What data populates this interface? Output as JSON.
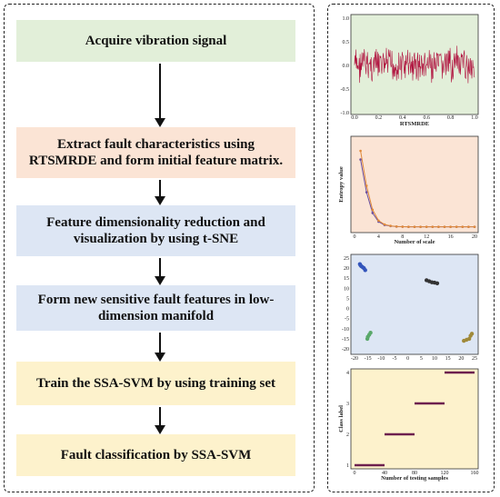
{
  "colors": {
    "green": "#e2efd9",
    "orange": "#fbe4d5",
    "blue": "#dde6f4",
    "yellow": "#fdf2cc",
    "signal": "#b0123e",
    "marker_purple": "#6d1f4e"
  },
  "flow": {
    "steps": [
      {
        "text": "Acquire vibration signal"
      },
      {
        "text": "Extract fault characteristics using RTSMRDE and form initial feature matrix."
      },
      {
        "text": "Feature dimensionality reduction and visualization by using t-SNE"
      },
      {
        "text": "Form new sensitive fault features in low-dimension manifold"
      },
      {
        "text": "Train the SSA-SVM by using training set"
      },
      {
        "text": "Fault classification by SSA-SVM"
      }
    ]
  },
  "chart_data": [
    {
      "type": "line",
      "xlabel": "RTSMRDE",
      "ylabel": "",
      "xlim": [
        0,
        1.0
      ],
      "ylim": [
        -1.0,
        1.0
      ],
      "xticks": [
        "0.0",
        "0.2",
        "0.4",
        "0.6",
        "0.8",
        "1.0"
      ],
      "yticks": [
        "1.0",
        "0.5",
        "0.0",
        "-0.5",
        "-1.0"
      ],
      "series": [
        {
          "values": "dense random vibration signal oscillating about 0 with amplitude about 0.5"
        }
      ]
    },
    {
      "type": "line",
      "xlabel": "Number of scale",
      "ylabel": "Entropy value",
      "xlim": [
        0,
        20
      ],
      "xticks": [
        "0",
        "4",
        "8",
        "12",
        "16",
        "20"
      ],
      "x": [
        1,
        2,
        3,
        4,
        5,
        6,
        7,
        8,
        9,
        10,
        11,
        12,
        13,
        14,
        15,
        16,
        17,
        18,
        19,
        20
      ],
      "series": [
        {
          "values": [
            0.62,
            0.32,
            0.13,
            0.05,
            0.02,
            0.01,
            0.005,
            0.004,
            0.003,
            0.003,
            0.003,
            0.003,
            0.003,
            0.003,
            0.003,
            0.003,
            0.003,
            0.003,
            0.003,
            0.003
          ]
        },
        {
          "values": [
            0.7,
            0.38,
            0.16,
            0.06,
            0.025,
            0.012,
            0.006,
            0.004,
            0.003,
            0.003,
            0.003,
            0.003,
            0.003,
            0.003,
            0.003,
            0.003,
            0.003,
            0.003,
            0.003,
            0.003
          ]
        }
      ]
    },
    {
      "type": "scatter",
      "xlim": [
        -20,
        25
      ],
      "ylim": [
        -20,
        25
      ],
      "xticks": [
        "-20",
        "-15",
        "-10",
        "-5",
        "0",
        "5",
        "10",
        "15",
        "20",
        "25"
      ],
      "yticks": [
        "25",
        "20",
        "15",
        "10",
        "5",
        "0",
        "-5",
        "-10",
        "-15",
        "-20"
      ],
      "clusters": [
        {
          "color": "#3355bb",
          "points": [
            [
              -18,
              22
            ],
            [
              -17.5,
              21
            ],
            [
              -17,
              20.5
            ],
            [
              -16.5,
              20
            ],
            [
              -16,
              19
            ],
            [
              -17.8,
              21.5
            ]
          ]
        },
        {
          "color": "#333333",
          "points": [
            [
              7,
              14
            ],
            [
              8,
              13.5
            ],
            [
              9,
              13
            ],
            [
              10,
              12.8
            ],
            [
              11,
              12.5
            ]
          ]
        },
        {
          "color": "#5aa86a",
          "points": [
            [
              -15,
              -14
            ],
            [
              -14.5,
              -13
            ],
            [
              -14,
              -12
            ],
            [
              -15.2,
              -15
            ]
          ]
        },
        {
          "color": "#a08a3a",
          "points": [
            [
              21,
              -16
            ],
            [
              22,
              -15.5
            ],
            [
              23,
              -15
            ],
            [
              23.5,
              -13.5
            ],
            [
              24,
              -12.5
            ]
          ]
        }
      ]
    },
    {
      "type": "line",
      "xlabel": "Number of testing samples",
      "ylabel": "Class label",
      "xlim": [
        0,
        160
      ],
      "ylim": [
        1,
        4
      ],
      "xticks": [
        "0",
        "40",
        "80",
        "120",
        "160"
      ],
      "yticks": [
        "4",
        "3",
        "2",
        "1"
      ],
      "segments": [
        {
          "x": [
            0,
            40
          ],
          "y": 1
        },
        {
          "x": [
            40,
            80
          ],
          "y": 2
        },
        {
          "x": [
            80,
            120
          ],
          "y": 3
        },
        {
          "x": [
            120,
            160
          ],
          "y": 4
        }
      ]
    }
  ]
}
